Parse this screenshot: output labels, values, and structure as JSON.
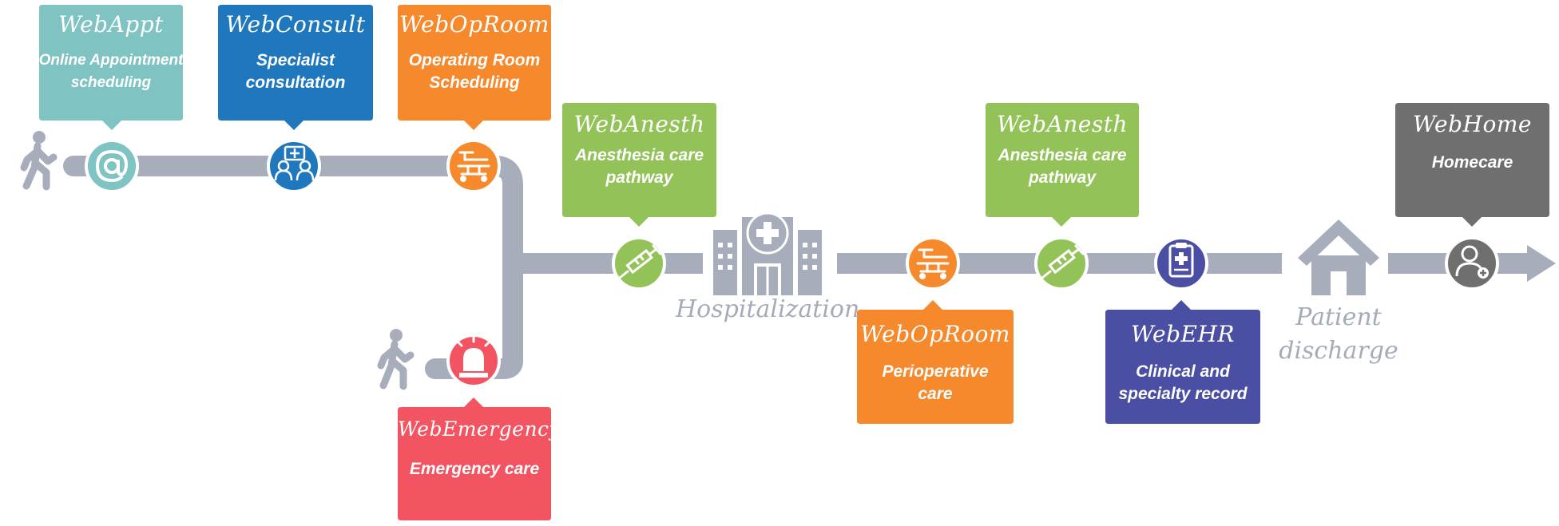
{
  "colors": {
    "track": "#a7adbb",
    "teal": "#7fc3c3",
    "blue": "#1f78bd",
    "orange": "#f5892c",
    "green": "#93c358",
    "red": "#f25561",
    "navy": "#4a4fa3",
    "gray": "#6f6f6f",
    "caption": "#a4abb9"
  },
  "cards": [
    {
      "title": "WebAppt",
      "desc": "Online Appointment scheduling",
      "color": "teal"
    },
    {
      "title": "WebConsult",
      "desc": "Specialist consultation",
      "color": "blue"
    },
    {
      "title": "WebOpRoom",
      "desc": "Operating Room Scheduling",
      "color": "orange"
    },
    {
      "title": "WebAnesth",
      "desc": "Anesthesia care pathway",
      "color": "green"
    },
    {
      "title": "WebEmergency",
      "desc": "Emergency care",
      "color": "red"
    },
    {
      "title": "WebOpRoom",
      "desc": "Perioperative care",
      "color": "orange"
    },
    {
      "title": "WebAnesth",
      "desc": "Anesthesia care pathway",
      "color": "green"
    },
    {
      "title": "WebEHR",
      "desc": "Clinical and specialty record",
      "color": "navy"
    },
    {
      "title": "WebHome",
      "desc": "Homecare",
      "color": "gray"
    }
  ],
  "nodes": [
    {
      "icon": "at-icon",
      "color": "teal"
    },
    {
      "icon": "consultation-icon",
      "color": "blue"
    },
    {
      "icon": "operating-bed-icon",
      "color": "orange"
    },
    {
      "icon": "syringe-icon",
      "color": "green"
    },
    {
      "icon": "alarm-light-icon",
      "color": "red"
    },
    {
      "icon": "operating-bed-icon",
      "color": "orange"
    },
    {
      "icon": "syringe-icon",
      "color": "green"
    },
    {
      "icon": "clipboard-icon",
      "color": "navy"
    },
    {
      "icon": "patient-plus-icon",
      "color": "gray"
    }
  ],
  "captions": {
    "hospitalization": "Hospitalization",
    "discharge_line1": "Patient",
    "discharge_line2": "discharge"
  }
}
